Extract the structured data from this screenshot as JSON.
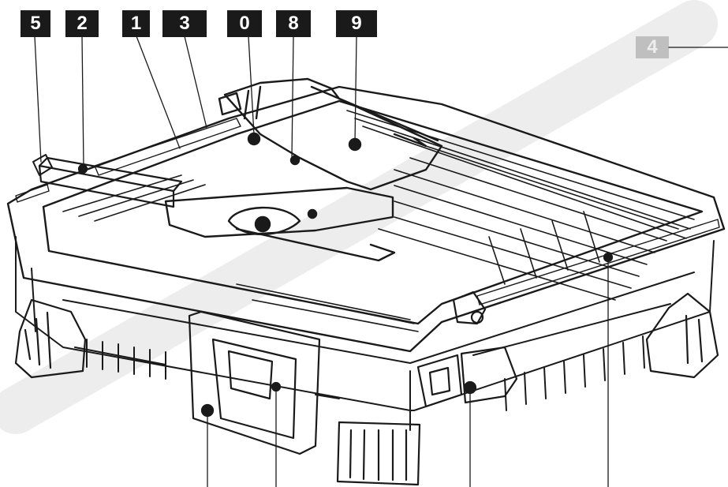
{
  "callouts": [
    {
      "id": "c5",
      "label": "5"
    },
    {
      "id": "c2",
      "label": "2"
    },
    {
      "id": "c1",
      "label": "1"
    },
    {
      "id": "c3",
      "label": "3"
    },
    {
      "id": "c0",
      "label": "0"
    },
    {
      "id": "c8",
      "label": "8"
    },
    {
      "id": "c9",
      "label": "9"
    },
    {
      "id": "c4",
      "label": "4"
    }
  ],
  "colors": {
    "ink": "#1a1a1a",
    "watermark": "#e9e9e9",
    "paper": "#ffffff"
  }
}
